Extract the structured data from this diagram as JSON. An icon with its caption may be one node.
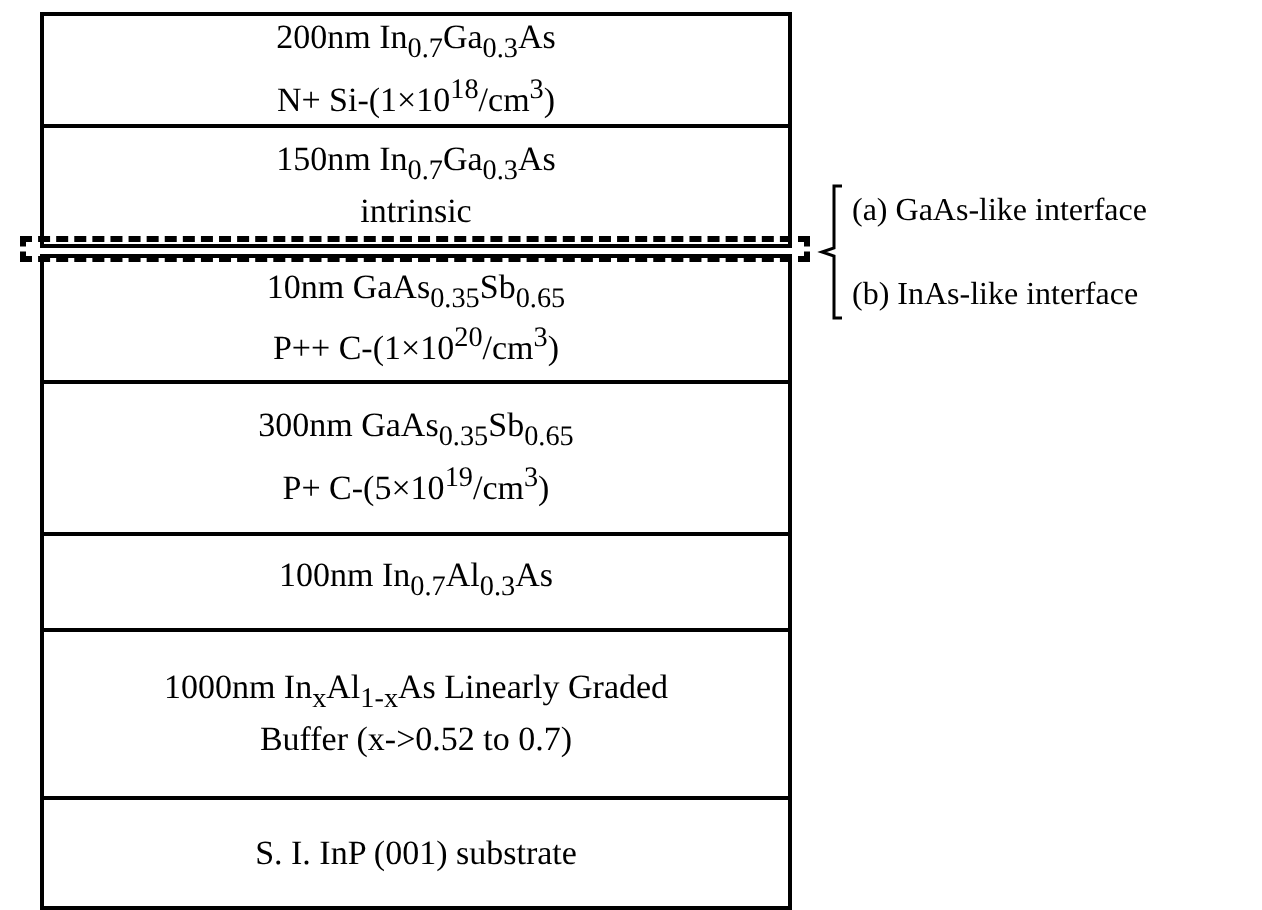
{
  "diagram": {
    "nodes": [
      {
        "text": [
          "200nm In$_{0.7}$Ga$_{0.3}$As",
          "N+ Si-(1×10$^{18}$/cm$^{3}$)"
        ]
      },
      {
        "text": [
          "150nm In$_{0.7}$Ga$_{0.3}$As",
          "intrinsic"
        ]
      },
      {
        "text": [],
        "shape": "box",
        "beside": [
          "(a) GaAs-like interface",
          "(b) InAs-like interface"
        ]
      },
      {
        "text": [
          "10nm GaAs$_{0.35}$Sb$_{0.65}$",
          "P++ C-(1×10$^{20}$/cm$^{3}$)"
        ]
      },
      {
        "text": [
          "300nm GaAs$_{0.35}$Sb$_{0.65}$",
          "P+ C-(5×10$^{19}$/cm$^{3}$)"
        ]
      },
      {
        "text": [
          "100nm In$_{0.7}$Al$_{0.3}$As"
        ]
      },
      {
        "text": [
          "1000nm In$_{x}$Al$_{1-x}$As Linearly Graded",
          "Buffer (x->0.52 to 0.7)"
        ]
      },
      {
        "text": [
          "S. I. InP (001) substrate"
        ]
      }
    ]
  }
}
